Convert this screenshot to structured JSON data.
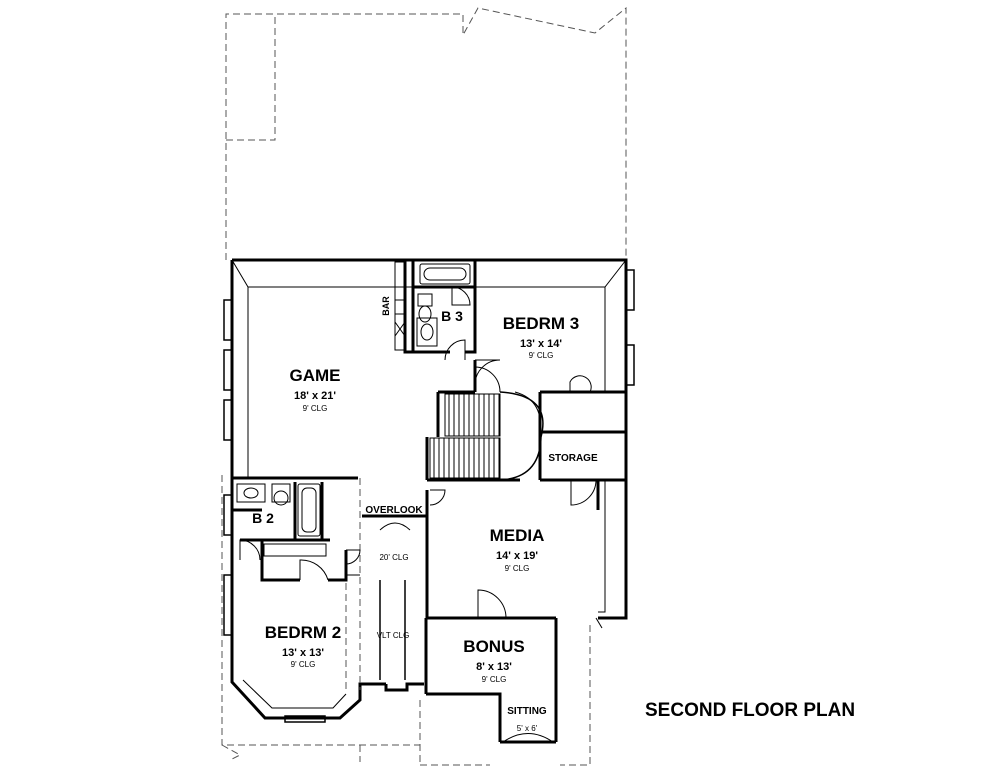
{
  "title": "SECOND FLOOR PLAN",
  "rooms": {
    "game": {
      "name": "GAME",
      "size": "18' x 21'",
      "ceiling": "9' CLG"
    },
    "bedrm3": {
      "name": "BEDRM 3",
      "size": "13' x 14'",
      "ceiling": "9' CLG"
    },
    "bedrm2": {
      "name": "BEDRM 2",
      "size": "13' x 13'",
      "ceiling": "9' CLG"
    },
    "media": {
      "name": "MEDIA",
      "size": "14' x 19'",
      "ceiling": "9' CLG"
    },
    "bonus": {
      "name": "BONUS",
      "size": "8' x 13'",
      "ceiling": "9' CLG"
    },
    "sitting": {
      "name": "SITTING",
      "size": "5' x 6'"
    },
    "b2": {
      "name": "B 2"
    },
    "b3": {
      "name": "B 3"
    },
    "storage": {
      "name": "STORAGE"
    },
    "overlook": {
      "name": "OVERLOOK"
    },
    "bar": {
      "name": "BAR"
    }
  },
  "ceilings": {
    "overlook": "20' CLG",
    "vault": "VLT CLG"
  }
}
